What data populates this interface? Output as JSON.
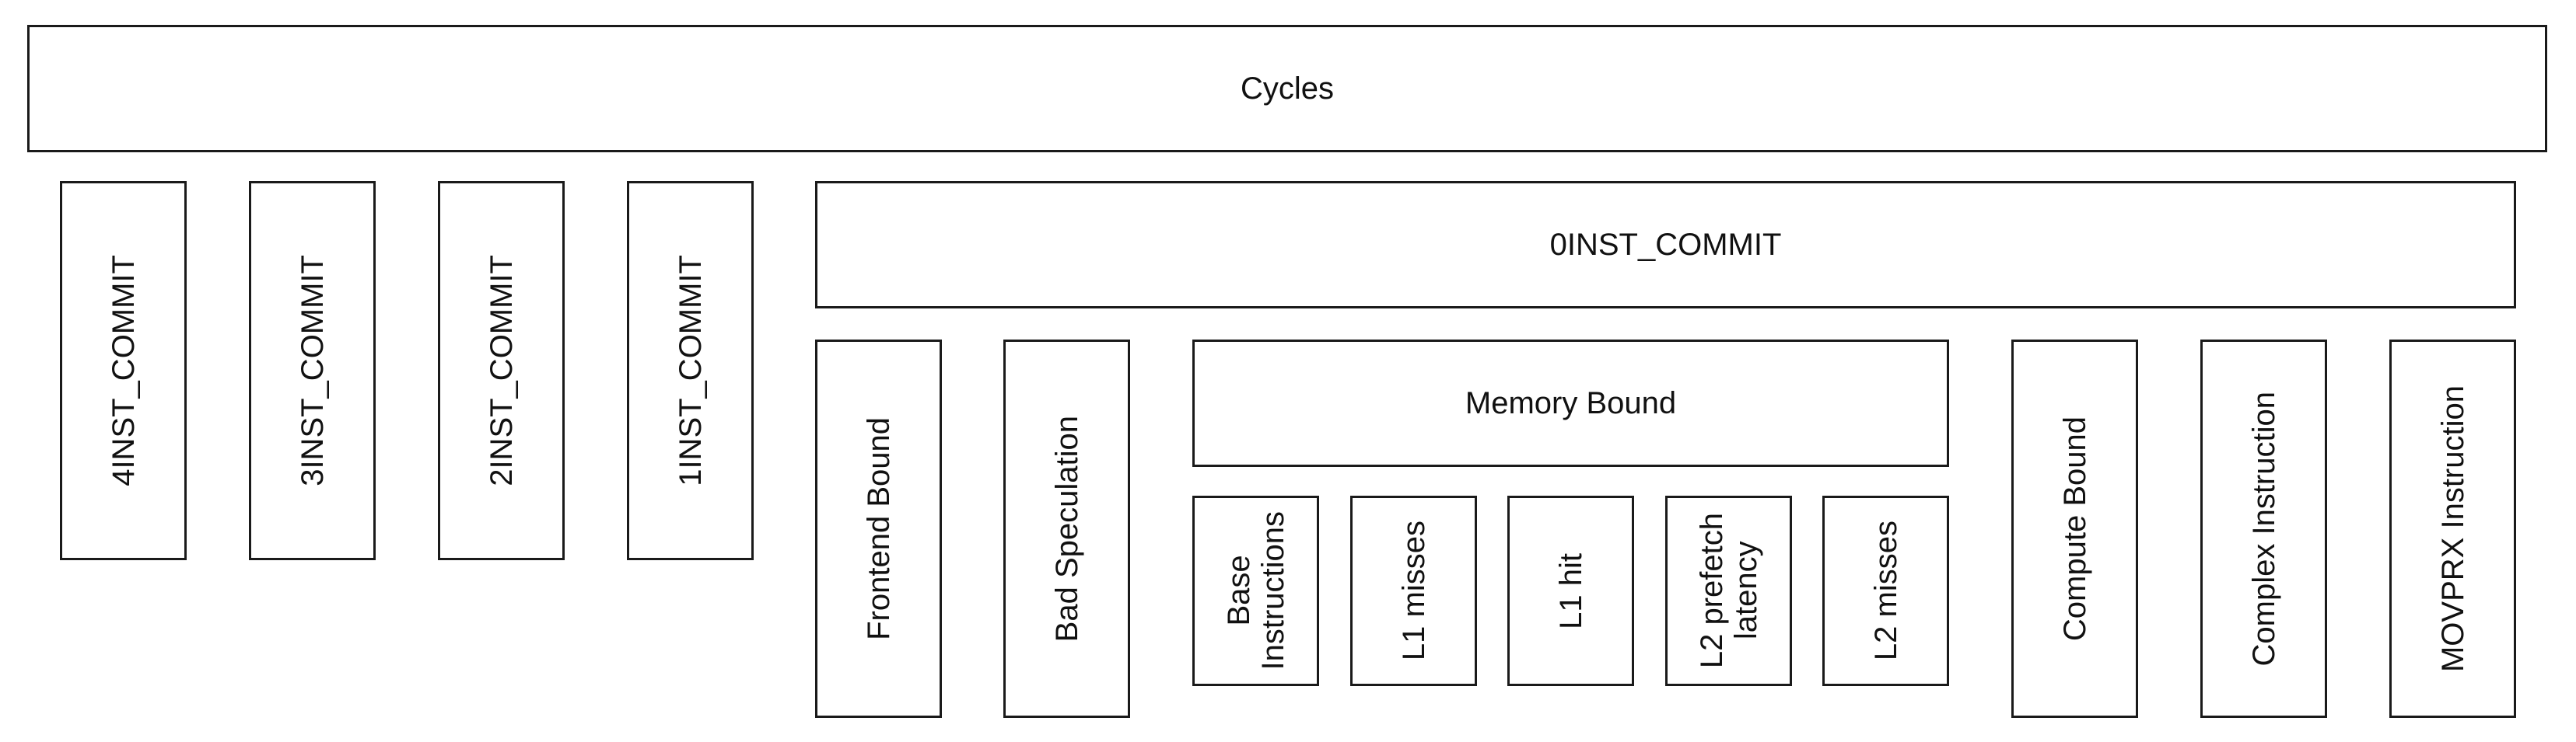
{
  "diagram": {
    "root": {
      "label": "Cycles"
    },
    "commit_buckets": [
      {
        "label": "4INST_COMMIT"
      },
      {
        "label": "3INST_COMMIT"
      },
      {
        "label": "2INST_COMMIT"
      },
      {
        "label": "1INST_COMMIT"
      }
    ],
    "zero_commit": {
      "label": "0INST_COMMIT"
    },
    "stall_categories": {
      "frontend_bound": {
        "label": "Frontend Bound"
      },
      "bad_speculation": {
        "label": "Bad Speculation"
      },
      "memory_bound": {
        "label": "Memory Bound",
        "children": [
          {
            "label": "Base\nInstructions"
          },
          {
            "label": "L1 misses"
          },
          {
            "label": "L1 hit"
          },
          {
            "label": "L2 prefetch\nlatency"
          },
          {
            "label": "L2 misses"
          }
        ]
      },
      "compute_bound": {
        "label": "Compute Bound"
      },
      "complex_instruction": {
        "label": "Complex Instruction"
      },
      "movprx_instruction": {
        "label": "MOVPRX Instruction"
      }
    }
  }
}
